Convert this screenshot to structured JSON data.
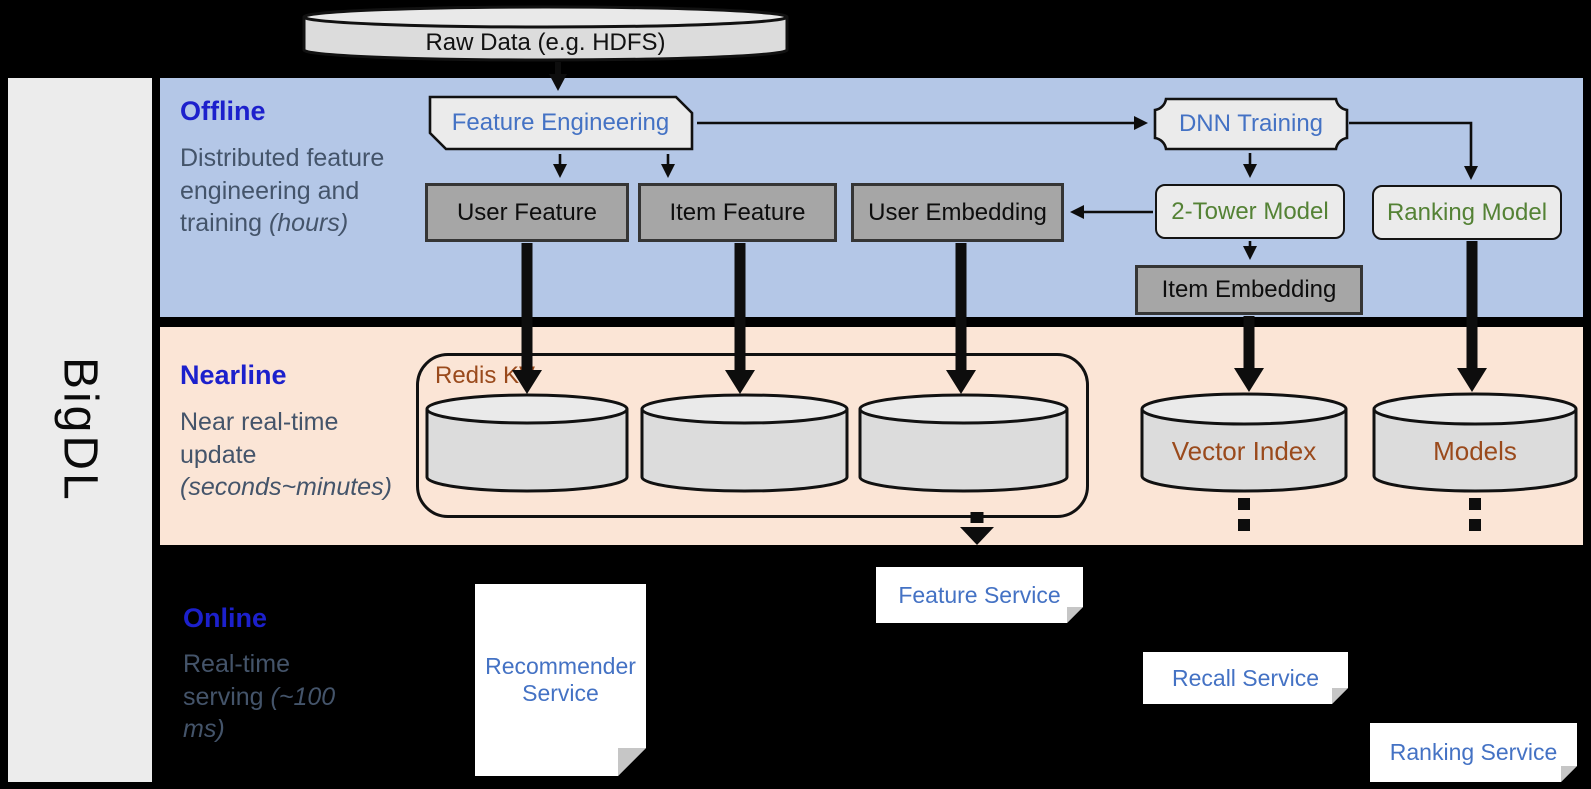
{
  "brand": {
    "name": "BigDL"
  },
  "raw_data": {
    "label": "Raw Data (e.g. HDFS)"
  },
  "offline": {
    "title": "Offline",
    "desc": "Distributed feature engineering and training",
    "note": "(hours)",
    "feature_engineering": "Feature Engineering",
    "dnn_training": "DNN Training",
    "user_feature": "User Feature",
    "item_feature": "Item Feature",
    "user_embedding": "User Embedding",
    "two_tower_model": "2-Tower Model",
    "ranking_model": "Ranking Model",
    "item_embedding": "Item Embedding"
  },
  "nearline": {
    "title": "Nearline",
    "desc": "Near real-time update",
    "note": "(seconds~minutes)",
    "redis_kv": "Redis KV",
    "vector_index": "Vector Index",
    "models": "Models"
  },
  "online": {
    "title": "Online",
    "desc": "Real-time serving",
    "note": "(~100 ms)",
    "recommender_service": "Recommender Service",
    "feature_service": "Feature Service",
    "recall_service": "Recall Service",
    "ranking_service": "Ranking Service"
  },
  "colors": {
    "offline_band": "#b4c7e7",
    "nearline_band": "#fbe5d6",
    "online_background": "#000000",
    "section_title_blue": "#1c20cc",
    "section_desc_gray": "#44546a",
    "service_text_blue": "#4472c4",
    "model_text_green": "#548235",
    "storage_text_brown": "#9a4a1c",
    "gray_box_fill": "#a6a6a6",
    "light_box_fill": "#ebebeb"
  }
}
